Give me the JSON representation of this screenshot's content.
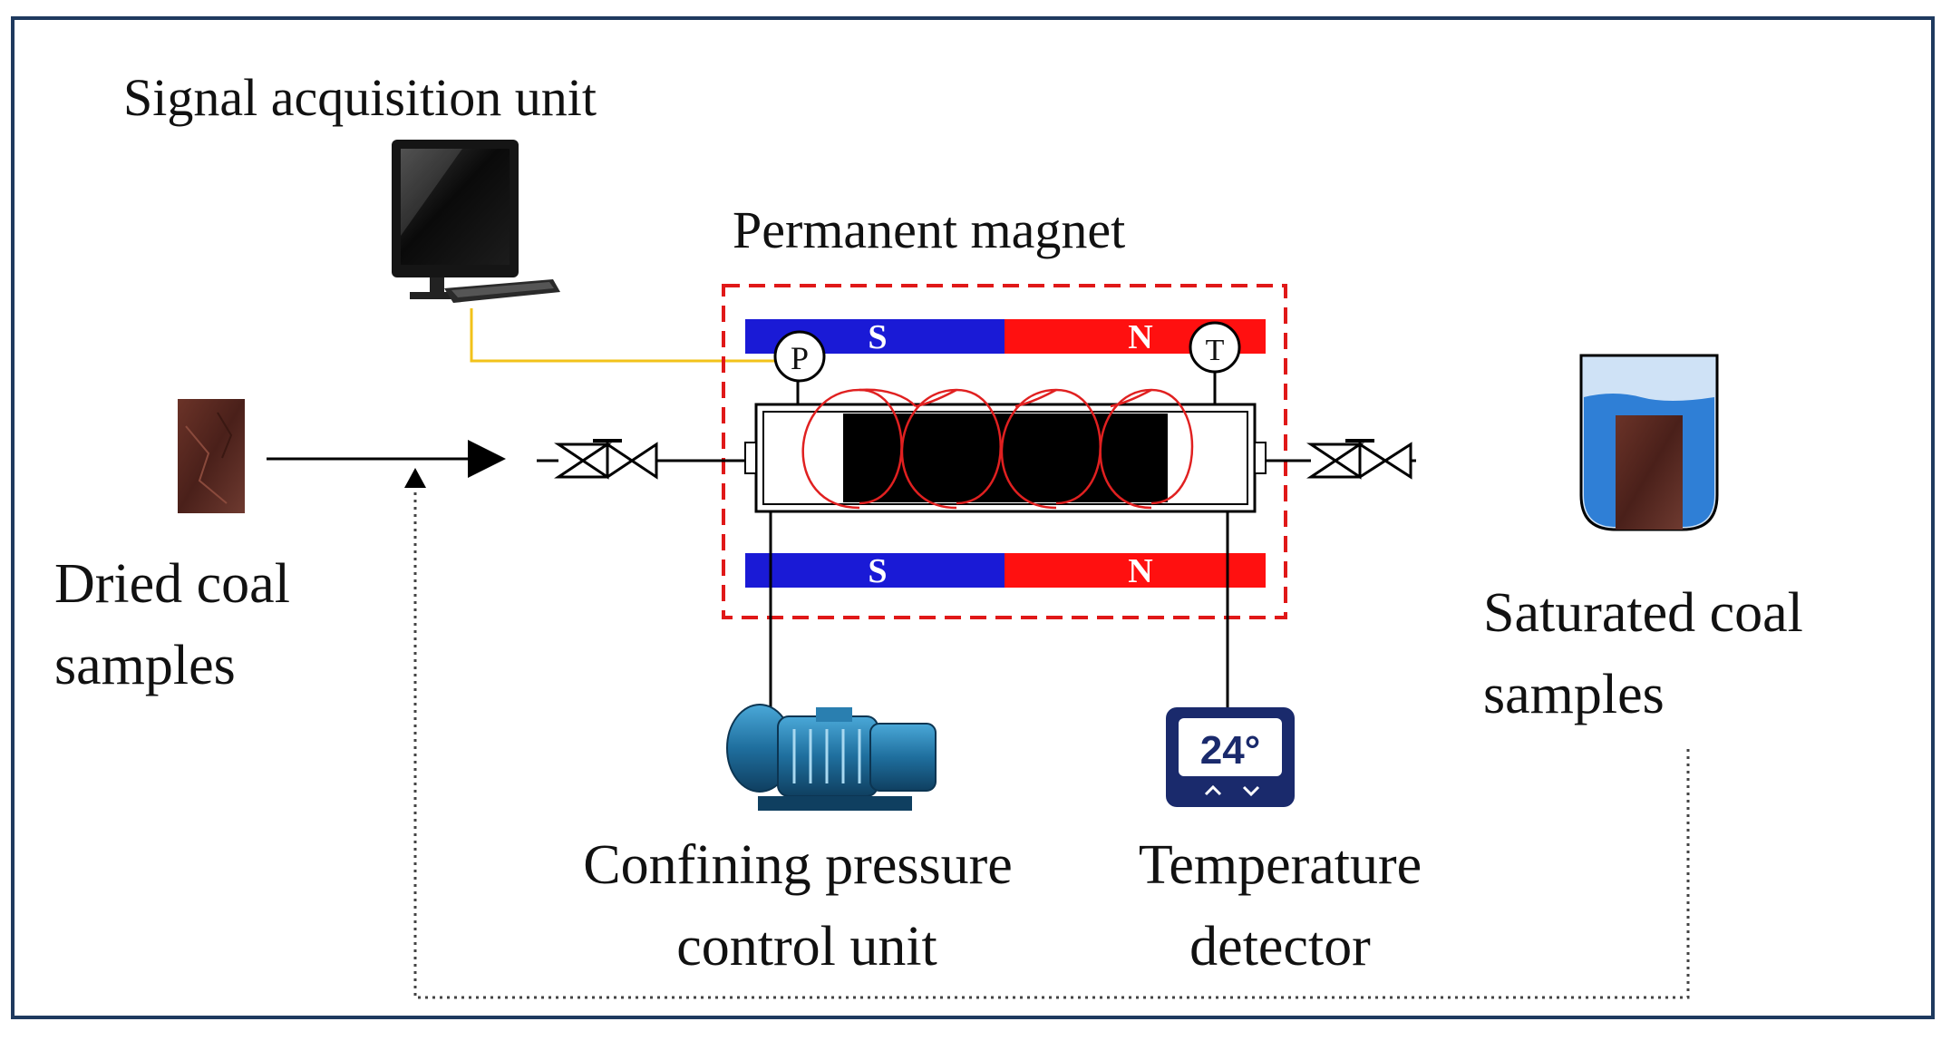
{
  "labels": {
    "signal_acquisition": "Signal acquisition unit",
    "permanent_magnet": "Permanent magnet",
    "dried_line1": "Dried coal",
    "dried_line2": "samples",
    "saturated_line1": "Saturated coal",
    "saturated_line2": "samples",
    "confining_line1": "Confining pressure",
    "confining_line2": "control unit",
    "temperature_line1": "Temperature",
    "temperature_line2": "detector"
  },
  "magnet": {
    "top_left": "S",
    "top_right": "N",
    "bottom_left": "S",
    "bottom_right": "N"
  },
  "gauges": {
    "pressure": "P",
    "temperature": "T"
  },
  "thermometer_display": "24°",
  "colors": {
    "frame": "#1f3a5f",
    "magnet_south": "#1a1ad6",
    "magnet_north": "#ff1010",
    "dashed_box": "#e01818",
    "coil": "#e02020",
    "signal_wire": "#f2c21a",
    "coal": "#5a2a22",
    "water": "#2f7fd6",
    "core": "#000000"
  },
  "icons": {
    "computer": "computer-monitor-icon",
    "pump": "pump-motor-icon",
    "thermometer": "digital-thermometer-icon",
    "valve": "gate-valve-icon",
    "beaker": "beaker-icon"
  }
}
